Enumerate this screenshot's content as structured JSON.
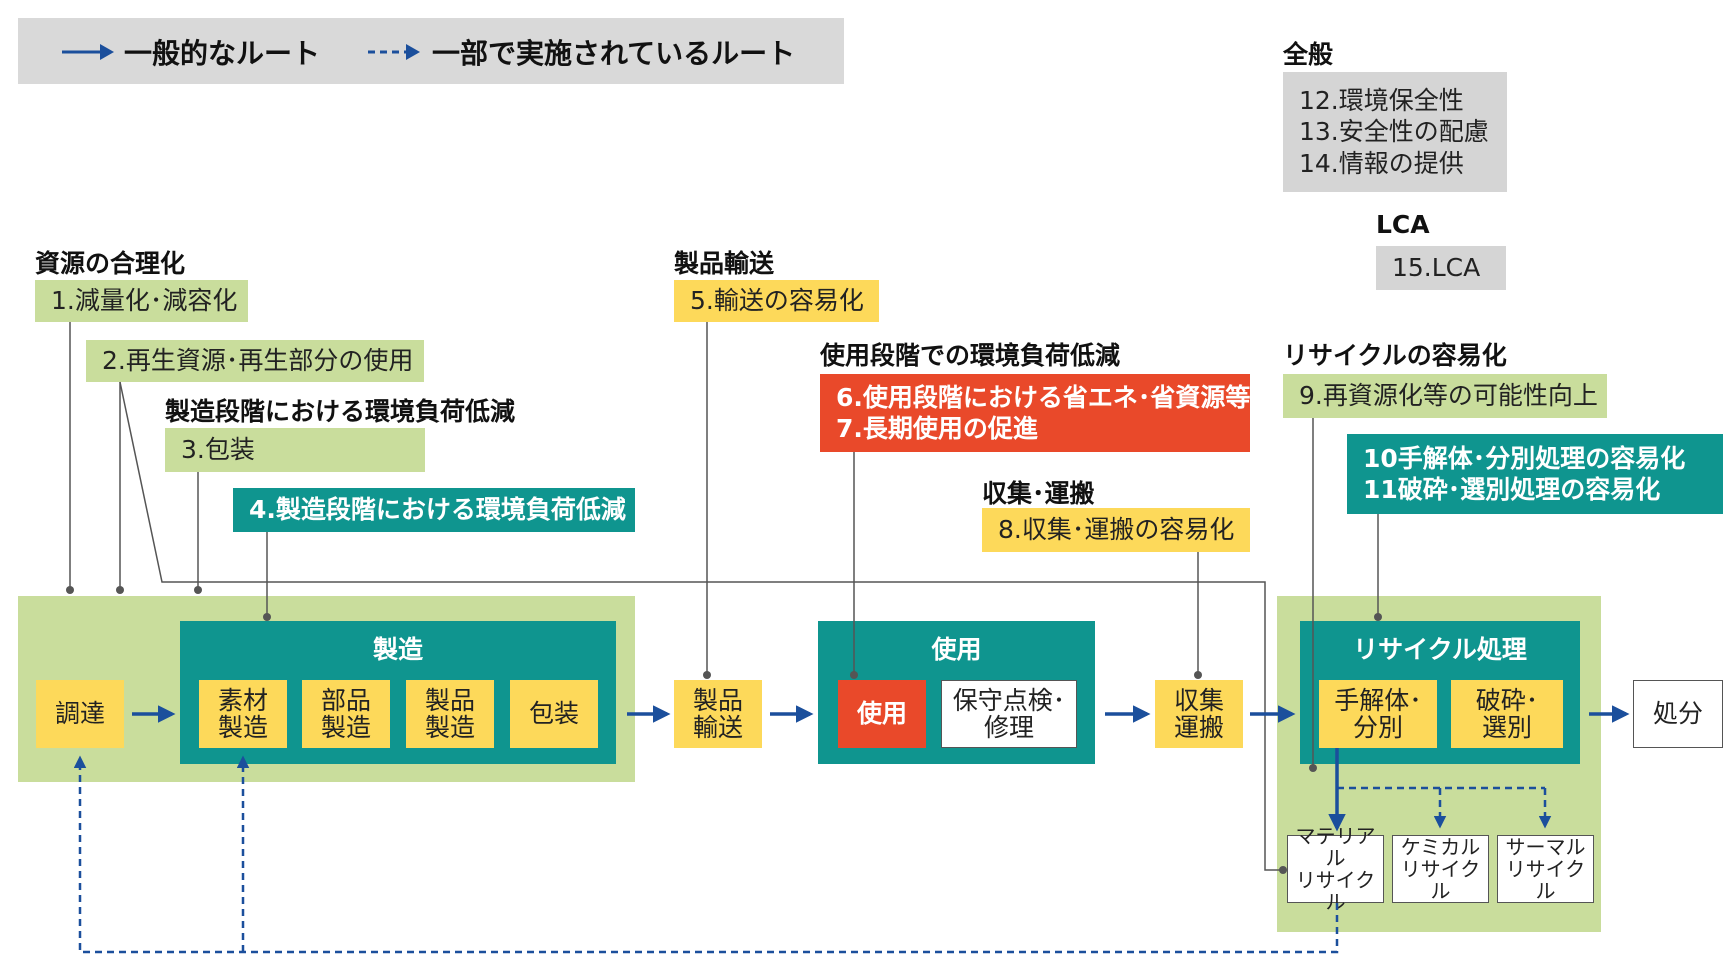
{
  "legend": {
    "general_route": "一般的なルート",
    "partial_route": "一部で実施されているルート"
  },
  "general": {
    "heading": "全般",
    "items": [
      "12.環境保全性",
      "13.安全性の配慮",
      "14.情報の提供"
    ]
  },
  "lca": {
    "heading": "LCA",
    "item": "15.LCA"
  },
  "resource": {
    "heading": "資源の合理化",
    "item1": "1.減量化･減容化",
    "item2": "2.再生資源･再生部分の使用"
  },
  "manufacturing_stage": {
    "heading": "製造段階における環境負荷低減",
    "item3": "3.包装",
    "item4": "4.製造段階における環境負荷低減"
  },
  "transport": {
    "heading": "製品輸送",
    "item5": "5.輸送の容易化"
  },
  "use_stage": {
    "heading": "使用段階での環境負荷低減",
    "item6": "6.使用段階における省エネ･省資源等",
    "item7": "7.長期使用の促進"
  },
  "collection": {
    "heading": "収集･運搬",
    "item8": "8.収集･運搬の容易化"
  },
  "recycle_ease": {
    "heading": "リサイクルの容易化",
    "item9": "9.再資源化等の可能性向上",
    "item10": "10手解体･分別処理の容易化",
    "item11": "11破砕･選別処理の容易化"
  },
  "flow": {
    "procurement": "調達",
    "manufacturing_title": "製造",
    "material_mfg": "素材\n製造",
    "parts_mfg": "部品\n製造",
    "product_mfg": "製品\n製造",
    "packaging": "包装",
    "product_transport": "製品\n輸送",
    "use_title": "使用",
    "use": "使用",
    "maintenance": "保守点検･\n修理",
    "collection_transport": "収集\n運搬",
    "recycle_title": "リサイクル処理",
    "disassembly": "手解体･\n分別",
    "crushing": "破砕･\n選別",
    "disposal": "処分",
    "material_recycle": "マテリアル\nリサイクル",
    "chemical_recycle": "ケミカル\nリサイクル",
    "thermal_recycle": "サーマル\nリサイクル"
  },
  "colors": {
    "green": "#c9dd9c",
    "teal": "#0f958f",
    "yellow": "#fdd95a",
    "red": "#e9492a",
    "gray": "#d5d5d5",
    "arrow_blue": "#1b4f9c"
  }
}
